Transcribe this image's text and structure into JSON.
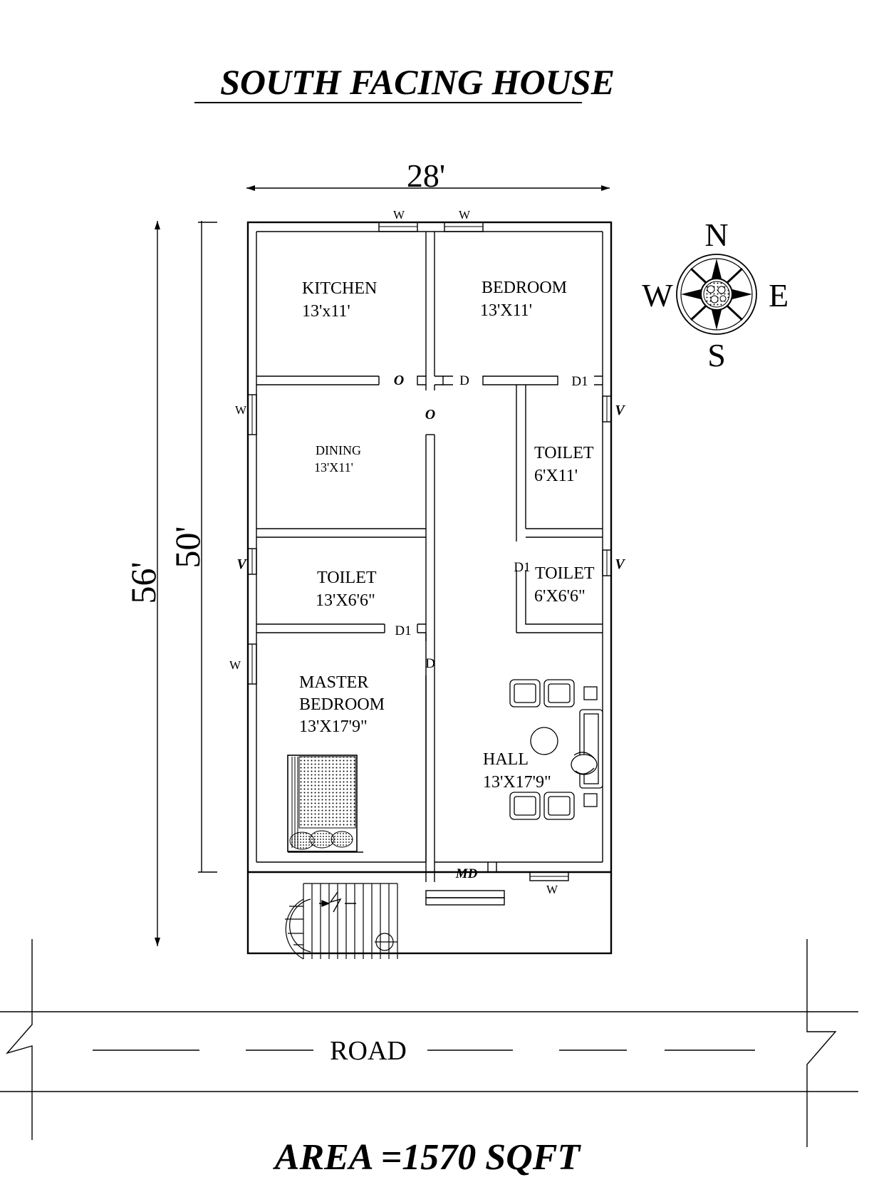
{
  "title": "SOUTH FACING HOUSE",
  "footer": "AREA =1570 SQFT",
  "dimensions": {
    "width": "28'",
    "depth_total": "56'",
    "depth_house": "50'"
  },
  "compass": {
    "north": "N",
    "south": "S",
    "east": "E",
    "west": "W"
  },
  "rooms": {
    "kitchen": {
      "name": "KITCHEN",
      "size": "13'x11'"
    },
    "bedroom": {
      "name": "BEDROOM",
      "size": "13'X11'"
    },
    "dining": {
      "name": "DINING",
      "size": "13'X11'"
    },
    "toilet_right_upper": {
      "name": "TOILET",
      "size": "6'X11'"
    },
    "toilet_left": {
      "name": "TOILET",
      "size": "13'X6'6\""
    },
    "toilet_right_lower": {
      "name": "TOILET",
      "size": "6'X6'6\""
    },
    "master_bedroom": {
      "line1": "MASTER",
      "line2": "BEDROOM",
      "size": "13'X17'9\""
    },
    "hall": {
      "name": "HALL",
      "size": "13'X17'9\""
    }
  },
  "openings": {
    "window": "W",
    "ventilator": "V",
    "door": "D",
    "door_d1": "D1",
    "opening": "O",
    "main_door": "MD"
  },
  "road": "ROAD"
}
